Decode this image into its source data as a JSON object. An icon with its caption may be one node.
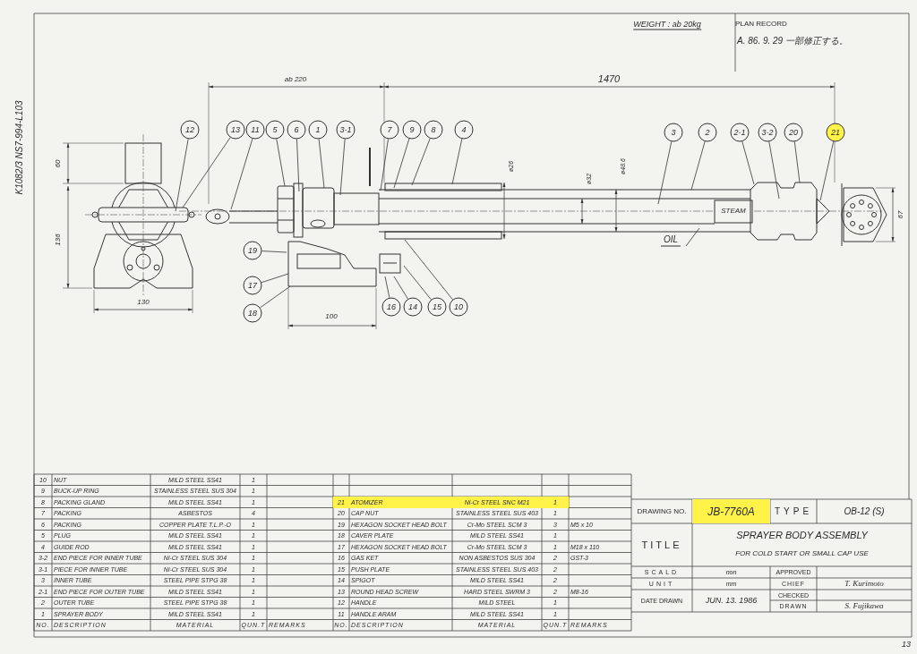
{
  "diagram": {
    "title": "SPRAYER BODY ASSEMBLY",
    "nodes": [
      {
        "text": [
          "12"
        ]
      },
      {
        "text": [
          "13"
        ]
      },
      {
        "text": [
          "11"
        ]
      },
      {
        "text": [
          "5"
        ]
      },
      {
        "text": [
          "6"
        ]
      },
      {
        "text": [
          "1"
        ]
      },
      {
        "text": [
          "3-1"
        ]
      },
      {
        "text": [
          "7"
        ]
      },
      {
        "text": [
          "9"
        ]
      },
      {
        "text": [
          "8"
        ]
      },
      {
        "text": [
          "4"
        ]
      },
      {
        "text": [
          "3"
        ]
      },
      {
        "text": [
          "2"
        ]
      },
      {
        "text": [
          "2-1"
        ]
      },
      {
        "text": [
          "3-2"
        ]
      },
      {
        "text": [
          "20"
        ]
      },
      {
        "text": [
          "21"
        ]
      },
      {
        "text": [
          "OIL"
        ]
      },
      {
        "text": [
          "19"
        ]
      },
      {
        "text": [
          "17"
        ]
      },
      {
        "text": [
          "18"
        ]
      },
      {
        "text": [
          "16"
        ]
      },
      {
        "text": [
          "14"
        ]
      },
      {
        "text": [
          "15"
        ]
      },
      {
        "text": [
          "10"
        ]
      }
    ],
    "edges": [
      {
        "from": 0,
        "to": null,
        "arrow": "none"
      },
      {
        "from": 1,
        "to": null,
        "arrow": "none"
      },
      {
        "from": 2,
        "to": null,
        "arrow": "none"
      },
      {
        "from": 3,
        "to": null,
        "arrow": "none"
      },
      {
        "from": 4,
        "to": null,
        "arrow": "none"
      },
      {
        "from": 5,
        "to": null,
        "arrow": "none"
      },
      {
        "from": 6,
        "to": null,
        "arrow": "none"
      },
      {
        "from": 7,
        "to": null,
        "arrow": "none"
      },
      {
        "from": 8,
        "to": null,
        "arrow": "none"
      },
      {
        "from": 9,
        "to": null,
        "arrow": "none"
      },
      {
        "from": 10,
        "to": null,
        "arrow": "none"
      },
      {
        "from": 11,
        "to": null,
        "arrow": "none"
      },
      {
        "from": 12,
        "to": null,
        "arrow": "none"
      },
      {
        "from": 13,
        "to": null,
        "arrow": "none"
      },
      {
        "from": 14,
        "to": null,
        "arrow": "none"
      },
      {
        "from": 15,
        "to": null,
        "arrow": "none"
      },
      {
        "from": 16,
        "to": null,
        "arrow": "none"
      },
      {
        "from": 17,
        "to": null,
        "arrow": "none"
      },
      {
        "from": 18,
        "to": null,
        "arrow": "none"
      },
      {
        "from": 19,
        "to": null,
        "arrow": "none"
      },
      {
        "from": 20,
        "to": null,
        "arrow": "none"
      },
      {
        "from": 21,
        "to": null,
        "arrow": "none"
      },
      {
        "from": 22,
        "to": null,
        "arrow": "none"
      },
      {
        "from": 23,
        "to": null,
        "arrow": "none"
      },
      {
        "from": 24,
        "to": null,
        "arrow": "none"
      }
    ],
    "labels": [
      "K1082/3 NS7-994-L103",
      "WEIGHT : ab 20kg",
      "PLAN RECORD",
      "A. 86. 9. 29 一部修正する。",
      "ab 220",
      "1470",
      "60",
      "136",
      "130",
      "ø26",
      "ø32",
      "ø48.6",
      "STEAM",
      "67",
      "100",
      "10",
      "NUT",
      "MILD STEEL SS41",
      "1",
      "9",
      "BUCK-UP RING",
      "STAINLESS STEEL SUS 304",
      "1",
      "8",
      "PACKING GLAND",
      "MILD STEEL SS41",
      "1",
      "7",
      "PACKING",
      "ASBESTOS",
      "4",
      "6",
      "PACKING",
      "COPPER PLATE T.L.P.-O",
      "1",
      "5",
      "PLUG",
      "MILD STEEL SS41",
      "1",
      "4",
      "GUIDE ROD",
      "MILD STEEL SS41",
      "1",
      "3-2",
      "END PIECE FOR INNER TUBE",
      "Ni-Cr STEEL SUS 304",
      "1",
      "3-1",
      "PIECE FOR INNER TUBE",
      "Ni-Cr STEEL SUS 304",
      "1",
      "3",
      "INNER TUBE",
      "STEEL PIPE STPG 38",
      "1",
      "2-1",
      "END PIECE FOR OUTER TUBE",
      "MILD STEEL SS41",
      "1",
      "2",
      "OUTER TUBE",
      "STEEL PIPE STPG 38",
      "1",
      "1",
      "SPRAYER BODY",
      "MILD STEEL SS41",
      "1",
      "NO.",
      "DESCRIPTION",
      "MATERIAL",
      "QUN.T",
      "REMARKS",
      "21",
      "ATOMIZER",
      "Ni-Cr STEEL SNC M21",
      "1",
      "20",
      "CAP NUT",
      "STAINLESS STEEL SUS 403",
      "1",
      "19",
      "HEXAGON SOCKET HEAD BOLT",
      "Cr-Mo STEEL SCM 3",
      "3",
      "M5 x 10",
      "18",
      "CAVER PLATE",
      "MILD STEEL SS41",
      "1",
      "17",
      "HEXAGON SOCKET HEAD BOLT",
      "Cr-Mo STEEL SCM 3",
      "1",
      "M18 x 110",
      "16",
      "GAS KET",
      "NON ASBESTOS SUS 304",
      "2",
      "GST-3",
      "15",
      "PUSH PLATE",
      "STAINLESS STEEL SUS 403",
      "2",
      "14",
      "SPIGOT",
      "MILD STEEL SS41",
      "2",
      "13",
      "ROUND HEAD SCREW",
      "HARD STEEL SWRM 3",
      "2",
      "M8-16",
      "12",
      "HANDLE",
      "MILD STEEL",
      "1",
      "11",
      "HANDLE ARAM",
      "MILD STEEL SS41",
      "1",
      "NO.",
      "DESCRIPTION",
      "MATERIAL",
      "QUN.T",
      "REMARKS",
      "DRAWING NO.",
      "JB-7760A",
      "TYPE",
      "OB-12 (S)",
      "TITLE",
      "FOR COLD START OR SMALL CAP USE",
      "SCALD",
      "non",
      "UNIT",
      "mm",
      "DATE DRAWN",
      "JUN. 13. 1986",
      "APPROVED",
      "CHIEF",
      "T. Kurimoto",
      "CHECKED",
      "DRAWN",
      "S. Fujikawa",
      "13"
    ]
  }
}
